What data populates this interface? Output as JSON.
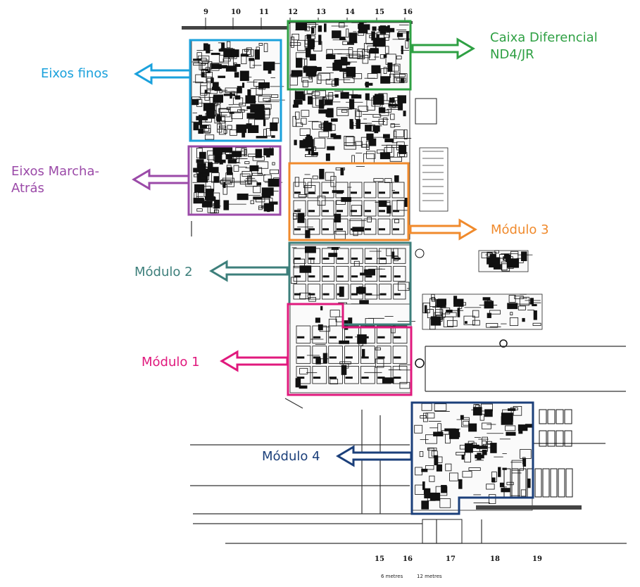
{
  "column_numbers_top": [
    "9",
    "10",
    "11",
    "12",
    "13",
    "14",
    "15",
    "16"
  ],
  "column_numbers_bottom": [
    "15",
    "16",
    "17",
    "18",
    "19"
  ],
  "scale_text": [
    "6 metres",
    "12 metres"
  ],
  "zones": [
    {
      "key": "caixa",
      "line1": "Caixa Diferencial",
      "line2": "ND4/JR",
      "color": "#2ea043"
    },
    {
      "key": "eixos_finos",
      "line1": "Eixos finos",
      "color": "#1aa1dc"
    },
    {
      "key": "eixos_marcha",
      "line1": "Eixos Marcha-",
      "line2": "Atrás",
      "color": "#9b4aa8"
    },
    {
      "key": "modulo3",
      "line1": "Módulo 3",
      "color": "#f08a2c"
    },
    {
      "key": "modulo2",
      "line1": "Módulo 2",
      "color": "#3d7f7b"
    },
    {
      "key": "modulo1",
      "line1": "Módulo 1",
      "color": "#e0197d"
    },
    {
      "key": "modulo4",
      "line1": "Módulo 4",
      "color": "#1b3f7a"
    }
  ]
}
